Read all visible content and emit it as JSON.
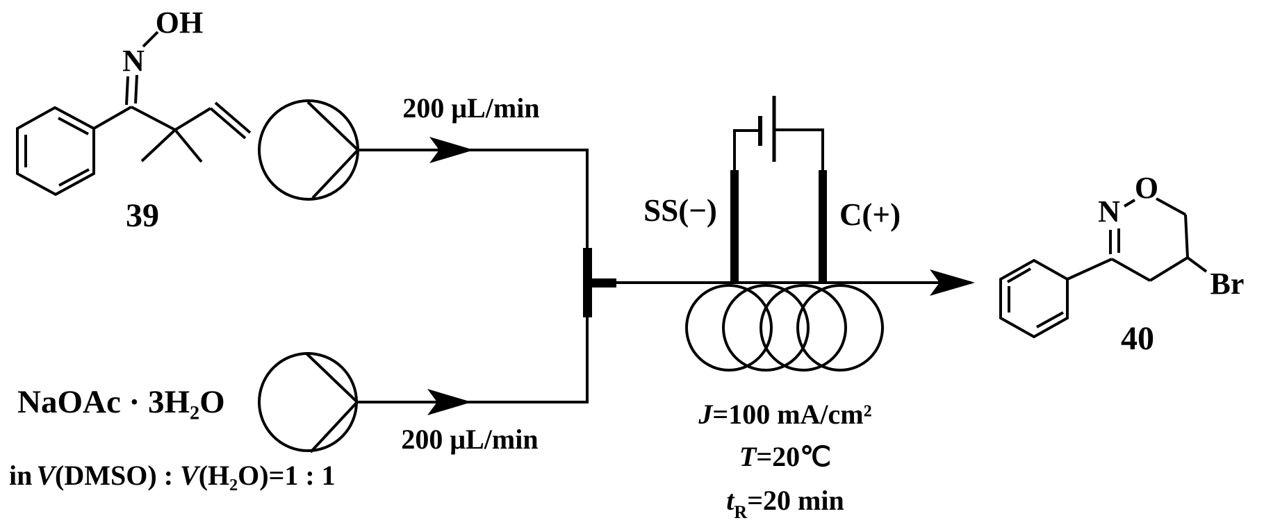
{
  "labels": {
    "oh": "OH",
    "n39": "N",
    "compound39": "39",
    "n40": "N",
    "o40": "O",
    "br": "Br",
    "compound40": "40",
    "flow_rate_top": "200 μL/min",
    "flow_rate_bottom": "200 μL/min",
    "cathode": "SS(−)",
    "anode": "C(+)",
    "reagent": "NaOAc · 3H₂O"
  },
  "solvent": {
    "prefix": "in",
    "v1": "V",
    "mid": "(DMSO) : ",
    "v2": "V",
    "rest": "(H₂O)=1 : 1"
  },
  "conditions": {
    "current_density": {
      "var": "J",
      "value": "=100 mA/cm²"
    },
    "temperature": {
      "var": "T",
      "value": "=20℃"
    },
    "residence_time": {
      "var": "t",
      "sub": "R",
      "value": "=20 min"
    }
  },
  "colors": {
    "ink": "#000000",
    "background": "#ffffff"
  }
}
